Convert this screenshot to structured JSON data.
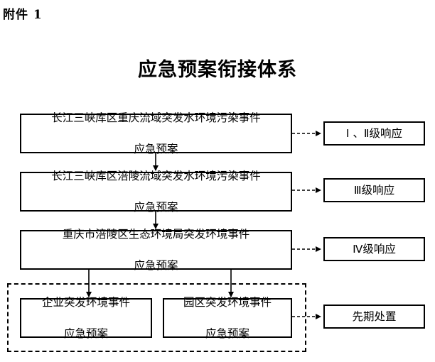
{
  "annex": "附件 1",
  "title": "应急预案衔接体系",
  "plans": [
    {
      "line1": "长江三峡库区重庆流域突发水环境污染事件",
      "line2": "应急预案"
    },
    {
      "line1": "长江三峡库区涪陵流域突发水环境污染事件",
      "line2": "应急预案"
    },
    {
      "line1": "重庆市涪陵区生态环境局突发环境事件",
      "line2": "应急预案"
    },
    {
      "line1": "企业突发环境事件",
      "line2": "应急预案"
    },
    {
      "line1": "园区突发环境事件",
      "line2": "应急预案"
    }
  ],
  "responses": [
    "Ⅰ 、Ⅱ级响应",
    "Ⅲ级响应",
    "Ⅳ级响应",
    "先期处置"
  ]
}
